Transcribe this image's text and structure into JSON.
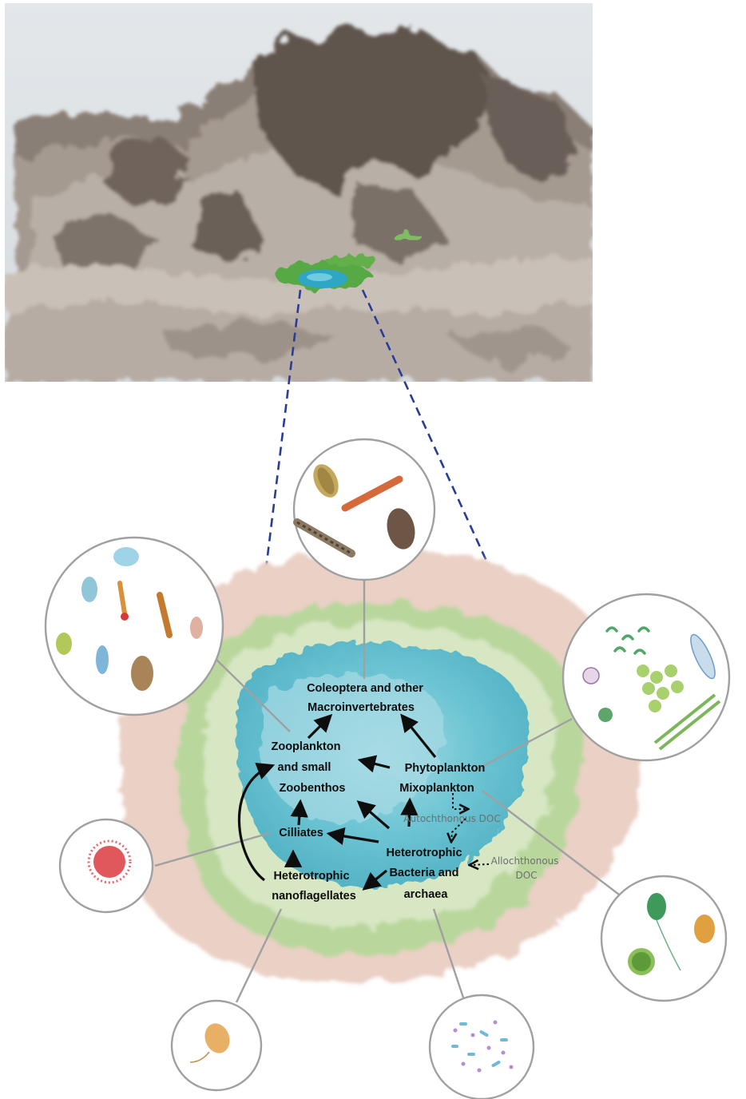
{
  "figure": {
    "nodes": {
      "coleoptera": [
        "Coleoptera and other",
        "Macroinvertebrates"
      ],
      "zooplankton": [
        "Zooplankton",
        "and small",
        "Zoobenthos"
      ],
      "phytoplankton": [
        "Phytoplankton",
        "Mixoplankton"
      ],
      "ciliates": [
        "Cilliates"
      ],
      "hnf": [
        "Heterotrophic",
        "nanoflagellates"
      ],
      "bacteria": [
        "Heterotrophic",
        "Bacteria and",
        "archaea"
      ]
    },
    "doc_labels": {
      "autochthonous": "Autochthonous DOC",
      "allochthonous": [
        "Allochthonous",
        "DOC"
      ]
    }
  },
  "colors": {
    "lake_water": "#5cbccd",
    "lake_shore_green": "#a6cc83",
    "halo_pink": "#e2b3a6",
    "zoom_line": "#2a3c9a",
    "circle_stroke": "#a0a0a0",
    "mountain_rock": "#6b6058",
    "paper": "#dde2e6"
  },
  "icons": [
    "mountain-landscape-painting",
    "beetle-and-larva-icon",
    "zooplankton-cluster-icon",
    "phytoplankton-cluster-icon",
    "ciliate-icon",
    "mixoplankton-flagellate-icon",
    "nanoflagellate-icon",
    "bacteria-cluster-icon"
  ]
}
